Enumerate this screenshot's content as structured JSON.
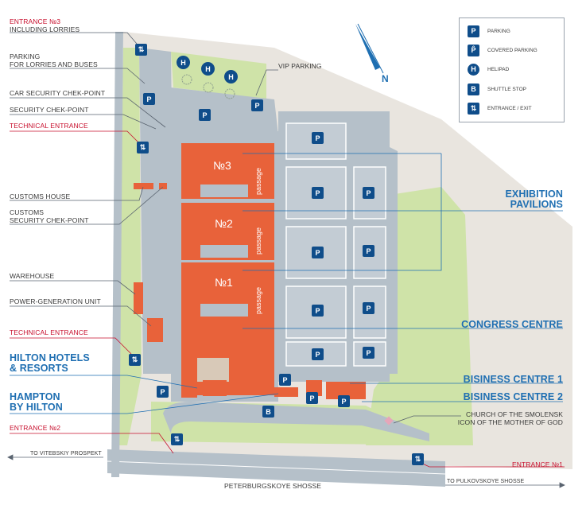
{
  "labels": {
    "entrance3": "ENTRANCE №3",
    "including_lorries": "INCLUDING LORRIES",
    "parking_lorries": "PARKING",
    "parking_lorries2": "FOR LORRIES AND BUSES",
    "car_security": "CAR SECURITY CHEK-POINT",
    "security": "SECURITY CHEK-POINT",
    "technical_entrance_top": "TECHNICAL ENTRANCE",
    "customs_house": "CUSTOMS HOUSE",
    "customs_security1": "CUSTOMS",
    "customs_security2": "SECURITY CHEK-POINT",
    "warehouse": "WAREHOUSE",
    "power_unit": "POWER-GENERATION UNIT",
    "technical_entrance_bottom": "TECHNICAL ENTRANCE",
    "hilton1": "HILTON HOTELS",
    "hilton2": "& RESORTS",
    "hampton1": "HAMPTON",
    "hampton2": "BY HILTON",
    "entrance2": "ENTRANCE №2",
    "to_vitebskiy": "TO VITEBSKIY PROSPEKT",
    "vip_parking": "VIP PARKING",
    "exhibition1": "EXHIBITION",
    "exhibition2": "PAVILIONS",
    "congress": "CONGRESS CENTRE",
    "business1": "BISINESS CENTRE 1",
    "business2": "BISINESS CENTRE 2",
    "church1": "CHURCH OF THE SMOLENSK",
    "church2": "ICON OF THE MOTHER OF GOD",
    "entrance1": "ENTRANCE №1",
    "to_pulkovskoye": "TO PULKOVSKOYE SHOSSE",
    "road": "PETERBURGSKOYE SHOSSE",
    "north": "N"
  },
  "pavilions": {
    "p3": "№3",
    "p2": "№2",
    "p1": "№1",
    "passage": "passage"
  },
  "icons": {
    "parking": "P",
    "covered": "P",
    "helipad": "H",
    "shuttle": "B",
    "entrance": "⇅"
  },
  "legend": [
    {
      "icon": "P",
      "label": "PARKING"
    },
    {
      "icon": "P̂",
      "label": "COVERED PARKING"
    },
    {
      "icon": "H",
      "label": "HELIPAD"
    },
    {
      "icon": "B",
      "label": "SHUTTLE STOP"
    },
    {
      "icon": "⇅",
      "label": "ENTRANCE / EXIT"
    }
  ],
  "colors": {
    "building": "#e8623a",
    "road": "#b5c0c9",
    "green": "#cfe3a8",
    "ground": "#e9e5df",
    "blue": "#1f6fb2",
    "red": "#c8102e",
    "icon": "#0f4d8a"
  }
}
